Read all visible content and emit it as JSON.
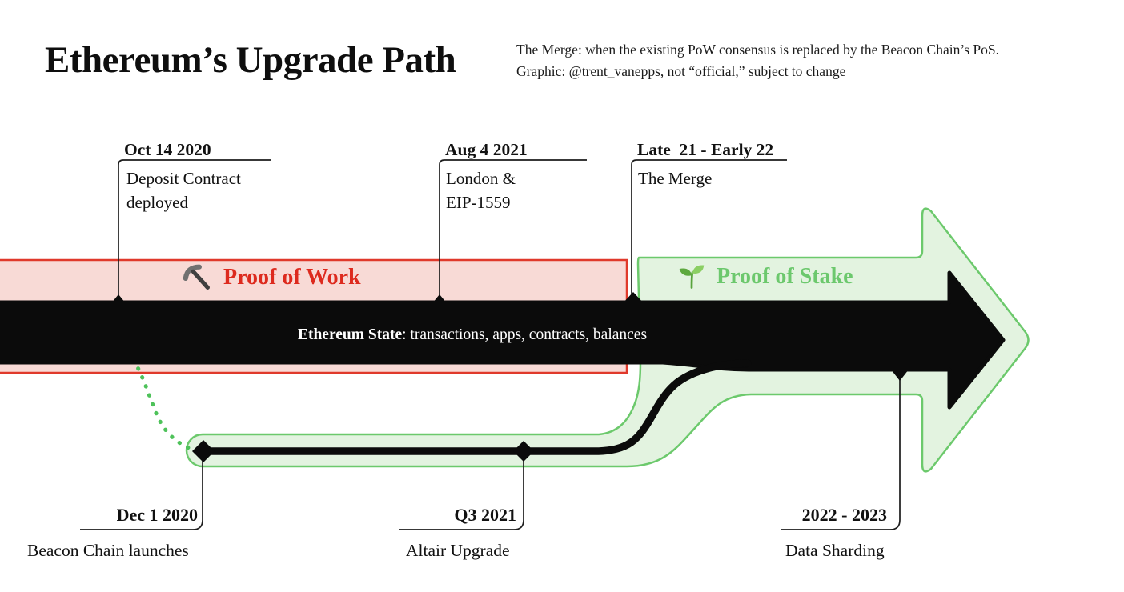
{
  "header": {
    "title": "Ethereum’s Upgrade Path",
    "subtitle_line1": "The Merge: when the existing PoW consensus is replaced by the Beacon Chain’s PoS.",
    "subtitle_line2": "Graphic: @trent_vanepps, not “official,” subject to change"
  },
  "bands": {
    "pow": {
      "label": "Proof of Work",
      "icon": "pickaxe-icon",
      "fill": "#f8dad6",
      "stroke": "#e0392b",
      "text_color": "#dd2a1e"
    },
    "pos": {
      "label": "Proof of Stake",
      "icon": "seedling-icon",
      "fill": "#e3f3e0",
      "stroke": "#6cc96c",
      "text_color": "#6cc86d"
    },
    "state": {
      "label_bold": "Ethereum State",
      "label_rest": ": transactions, apps, contracts, balances",
      "arrow_color": "#0b0b0b"
    },
    "beacon_dotted_color": "#4ec25a"
  },
  "milestones_top": [
    {
      "date": "Oct 14 2020",
      "description": "Deposit Contract\ndeployed"
    },
    {
      "date": "Aug 4 2021",
      "description": "London &\nEIP-1559"
    },
    {
      "date": "Late  21 - Early 22",
      "description": "The Merge"
    }
  ],
  "milestones_bottom": [
    {
      "date": "Dec 1 2020",
      "description": "Beacon Chain launches"
    },
    {
      "date": "Q3 2021",
      "description": "Altair Upgrade"
    },
    {
      "date": "2022 - 2023",
      "description": "Data Sharding"
    }
  ]
}
